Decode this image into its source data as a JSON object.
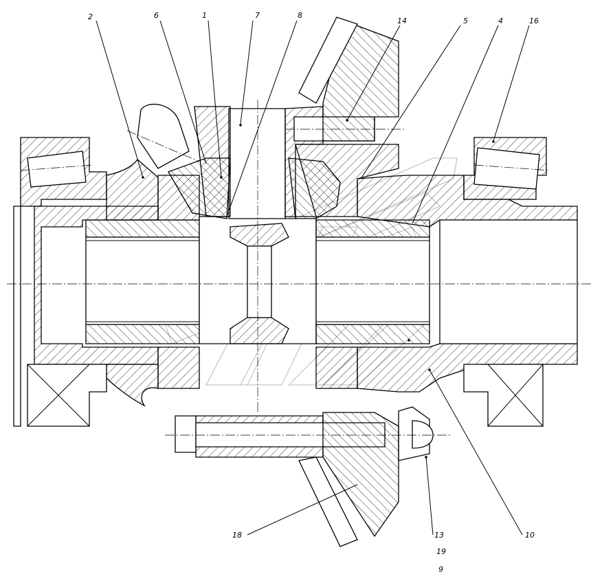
{
  "callouts": {
    "c1": "1",
    "c2": "2",
    "c4": "4",
    "c5": "5",
    "c6": "6",
    "c7": "7",
    "c8": "8",
    "c9": "9",
    "c10": "10",
    "c13": "13",
    "c14": "14",
    "c16": "16",
    "c18": "18",
    "c19": "19"
  }
}
